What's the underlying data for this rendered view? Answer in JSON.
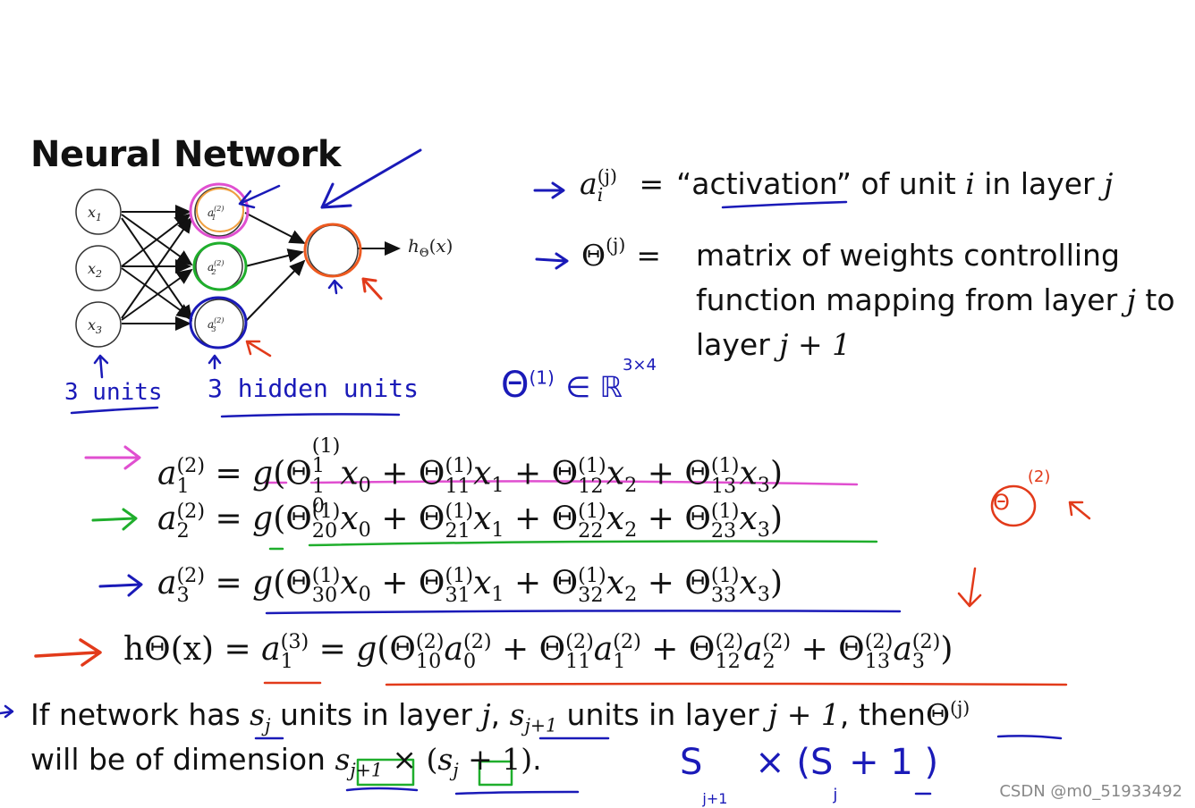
{
  "title": "Neural Network",
  "diagram": {
    "inputs": [
      "x1",
      "x2",
      "x3"
    ],
    "hidden": [
      "a1(2)",
      "a2(2)",
      "a3(2)"
    ],
    "output_label": "hΘ(x)"
  },
  "definitions": {
    "activation_lhs": "a",
    "activation_sup": "(j)",
    "activation_sub": "i",
    "activation_text_pre": "“activation” of unit ",
    "activation_i": "i",
    "activation_text_mid": " in layer ",
    "activation_j": "j",
    "theta_lhs": "Θ",
    "theta_sup": "(j)",
    "theta_line1": "matrix of weights controlling",
    "theta_line2_pre": "function mapping from layer ",
    "theta_line2_j": "j",
    "theta_line2_post": " to",
    "theta_line3_pre": "layer ",
    "theta_line3_expr": "j + 1"
  },
  "equations": [
    {
      "lhs": "a",
      "lhs_sup": "(2)",
      "lhs_sub": "1",
      "row": "1"
    },
    {
      "lhs": "a",
      "lhs_sup": "(2)",
      "lhs_sub": "2",
      "row": "2"
    },
    {
      "lhs": "a",
      "lhs_sup": "(2)",
      "lhs_sub": "3",
      "row": "3"
    }
  ],
  "output_eq": {
    "lhs": "hΘ(x) = ",
    "a_sup": "(3)",
    "a_sub": "1"
  },
  "bottom": {
    "line1_pre": "If network has ",
    "line1_sj": "s",
    "line1_sj_sub": "j",
    "line1_mid": " units in layer ",
    "line1_j": "j",
    "line1_comma": ", ",
    "line1_sj1": "s",
    "line1_sj1_sub": "j+1",
    "line1_mid2": " units in layer ",
    "line1_j1": "j + 1",
    "line1_then": ", then",
    "line1_theta": "Θ",
    "line1_theta_sup": "(j)",
    "line2_pre": "will be of dimension ",
    "line2_expr": "s",
    "line2_expr_sub": "j+1",
    "line2_times": " × (",
    "line2_s": "s",
    "line2_s_sub": "j",
    "line2_plus": " + 1)",
    "line2_end": "."
  },
  "annotations": {
    "units_3": "3 units",
    "hidden_units": "3 hidden units",
    "theta1_dim": "Θ",
    "theta1_sup": "(1)",
    "theta1_in": "∈ ℝ",
    "theta1_sup2": "3×4",
    "theta2": "Θ",
    "theta2_sup": "(2)",
    "sj1_note": "S",
    "sj1_note_sub": "j+1",
    "sj_note": "× (S",
    "sj_note_sub": "j",
    "sj_note_end": " + 1 )"
  },
  "watermark": "CSDN @m0_51933492",
  "colors": {
    "pink": "#e04fd0",
    "green": "#1fae2c",
    "blue": "#1a1ab8",
    "red": "#e23a1a",
    "orange": "#ee7a22"
  }
}
